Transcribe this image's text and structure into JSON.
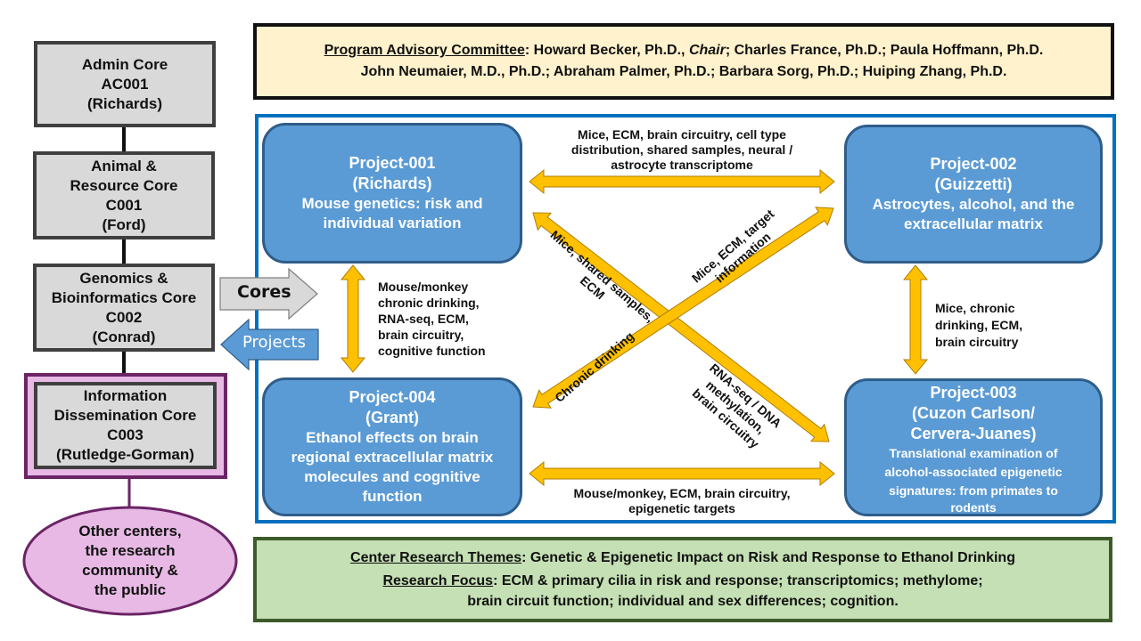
{
  "cores": [
    {
      "lines": [
        "Admin Core",
        "AC001",
        "(Richards)"
      ]
    },
    {
      "lines": [
        "Animal &",
        "Resource Core",
        "C001",
        "(Ford)"
      ]
    },
    {
      "lines": [
        "Genomics &",
        "Bioinformatics Core",
        "C002",
        "(Conrad)"
      ]
    },
    {
      "lines": [
        "Information",
        "Dissemination Core",
        "C003",
        "(Rutledge-Gorman)"
      ]
    }
  ],
  "outreach": {
    "lines": [
      "Other centers,",
      "the research",
      "community &",
      "the public"
    ]
  },
  "flow_arrows": {
    "cores": "Cores",
    "projects": "Projects"
  },
  "advisory": {
    "heading": "Program Advisory Committee",
    "line1_a": ": Howard Becker, Ph.D., ",
    "chair": "Chair",
    "line1_b": "; Charles France, Ph.D.; Paula Hoffmann, Ph.D.",
    "line2": "John Neumaier, M.D., Ph.D.; Abraham Palmer, Ph.D.; Barbara Sorg, Ph.D.; Huiping Zhang, Ph.D."
  },
  "projects": [
    {
      "title": "Project-001",
      "pi": "(Richards)",
      "desc": [
        "Mouse genetics: risk and",
        "individual variation"
      ]
    },
    {
      "title": "Project-002",
      "pi": "(Guizzetti)",
      "desc": [
        "Astrocytes, alcohol, and the",
        "extracellular matrix"
      ]
    },
    {
      "title": "Project-003",
      "pi": "(Cuzon Carlson/",
      "pi2": "Cervera-Juanes)",
      "desc": [
        "Translational examination of",
        "alcohol-associated epigenetic",
        "signatures: from primates to",
        "rodents"
      ]
    },
    {
      "title": "Project-004",
      "pi": "(Grant)",
      "desc": [
        "Ethanol effects on brain",
        "regional extracellular matrix",
        "molecules and cognitive",
        "function"
      ]
    }
  ],
  "links": {
    "p1_p2": [
      "Mice, ECM, brain circuitry, cell type",
      "distribution, shared samples, neural /",
      "astrocyte transcriptome"
    ],
    "p1_p4": [
      "Mouse/monkey",
      "chronic drinking,",
      "RNA-seq, ECM,",
      "brain circuitry,",
      "cognitive function"
    ],
    "p2_p3": [
      "Mice, chronic",
      "drinking, ECM,",
      "brain circuitry"
    ],
    "p4_p3": [
      "Mouse/monkey, ECM, brain circuitry,",
      "epigenetic targets"
    ],
    "p1_p3_upper": [
      "Mice, shared samples,",
      "ECM"
    ],
    "p1_p3_lower": [
      "RNA-seq / DNA",
      "methylation,",
      "brain circuitry"
    ],
    "p4_p2_upper": [
      "Mice, ECM, target",
      "information"
    ],
    "p4_p2_lower": [
      "Chronic drinking"
    ]
  },
  "themes": {
    "heading": "Center Research Themes",
    "text": ": Genetic & Epigenetic Impact on Risk and Response to Ethanol Drinking",
    "focus_heading": "Research Focus",
    "focus_text": ": ECM & primary cilia in risk and response; transcriptomics; methylome;",
    "focus_line2": "brain circuit function; individual and sex differences; cognition."
  },
  "colors": {
    "core_fill": "#d9d9d9",
    "project_fill": "#5b9bd5",
    "link_arrow": "#ffc000",
    "advisory_fill": "#fff2cc",
    "themes_fill": "#c5e0b4",
    "dissemination_fill": "#e7b9e4",
    "frame_blue": "#0070c0"
  }
}
